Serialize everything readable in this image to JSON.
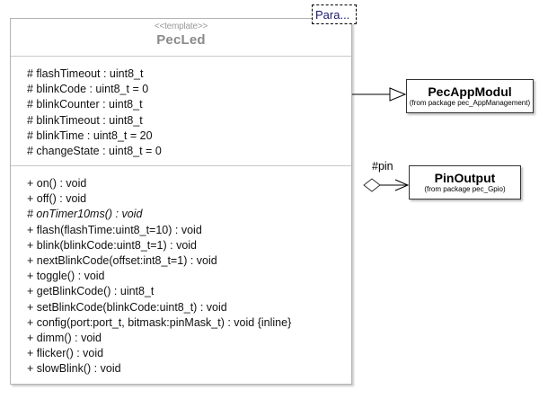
{
  "diagram": {
    "type": "uml-class-diagram",
    "main_class": {
      "stereotype": "<<template>>",
      "name": "PecLed",
      "attributes": [
        "# flashTimeout : uint8_t",
        "# blinkCode : uint8_t = 0",
        "# blinkCounter : uint8_t",
        "# blinkTimeout : uint8_t",
        "# blinkTime : uint8_t = 20",
        "# changeState : uint8_t = 0"
      ],
      "operations": [
        {
          "text": "+ on() : void",
          "abstract": false
        },
        {
          "text": "+ off() : void",
          "abstract": false
        },
        {
          "text": "# onTimer10ms() : void",
          "abstract": true
        },
        {
          "text": "+ flash(flashTime:uint8_t=10) : void",
          "abstract": false
        },
        {
          "text": "+ blink(blinkCode:uint8_t=1) : void",
          "abstract": false
        },
        {
          "text": "+ nextBlinkCode(offset:int8_t=1) : void",
          "abstract": false
        },
        {
          "text": "+ toggle() : void",
          "abstract": false
        },
        {
          "text": "+ getBlinkCode() : uint8_t",
          "abstract": false
        },
        {
          "text": "+ setBlinkCode(blinkCode:uint8_t) : void",
          "abstract": false
        },
        {
          "text": "+ config(port:port_t, bitmask:pinMask_t) : void {inline}",
          "abstract": false
        },
        {
          "text": "+ dimm() : void",
          "abstract": false
        },
        {
          "text": "+ flicker() : void",
          "abstract": false
        },
        {
          "text": "+ slowBlink() : void",
          "abstract": false
        }
      ]
    },
    "template_parameters": {
      "label": "Para..."
    },
    "related_classes": [
      {
        "name": "PecAppModul",
        "package": "(from package pec_AppManagement)"
      },
      {
        "name": "PinOutput",
        "package": "(from package pec_Gpio)"
      }
    ],
    "relations": [
      {
        "kind": "generalization",
        "from": "PecLed",
        "to": "PecAppModul",
        "label": ""
      },
      {
        "kind": "aggregation",
        "from": "PecLed",
        "to": "PinOutput",
        "label": "#pin"
      }
    ],
    "colors": {
      "class_border": "#b4b4b4",
      "class_title": "#8a8a8a",
      "stereotype": "#9a9a9a",
      "ref_border": "#333333",
      "connector": "#000000",
      "template_text": "#1a1a6e"
    }
  }
}
